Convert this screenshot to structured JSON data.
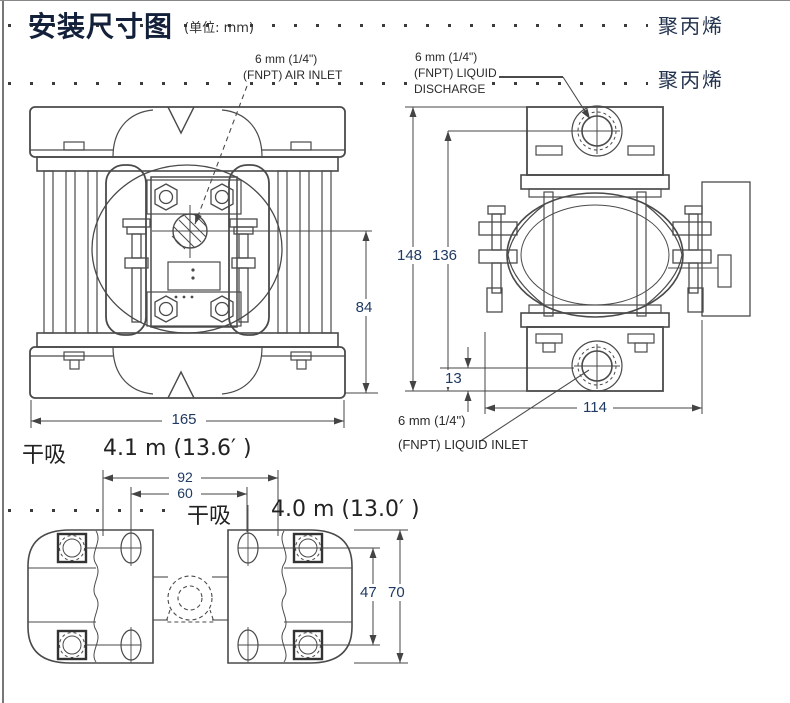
{
  "header": {
    "title": "安装尺寸图",
    "unit": "(单位: mm)",
    "material_top": "聚丙烯",
    "material_bottom": "聚丙烯"
  },
  "ports": {
    "air_inlet_size": "6 mm (1/4\")",
    "air_inlet_label": "(FNPT) AIR INLET",
    "discharge_size": "6 mm (1/4\")",
    "discharge_label_line1": "(FNPT) LIQUID",
    "discharge_label_line2": "DISCHARGE",
    "inlet_size": "6 mm (1/4\")",
    "inlet_label": "(FNPT) LIQUID INLET"
  },
  "dimensions": {
    "front_height": "84",
    "front_width": "165",
    "side_overall_height": "148",
    "side_port_height": "136",
    "inlet_height": "13",
    "side_width": "114",
    "foot_span_outer": "92",
    "foot_span_inner": "60",
    "foot_hole_span": "47",
    "foot_width": "70"
  },
  "suction": {
    "label_a": "干吸",
    "value_a": "4.1 m (13.6′ )",
    "label_b": "干吸",
    "value_b": "4.0 m (13.0′ )"
  }
}
